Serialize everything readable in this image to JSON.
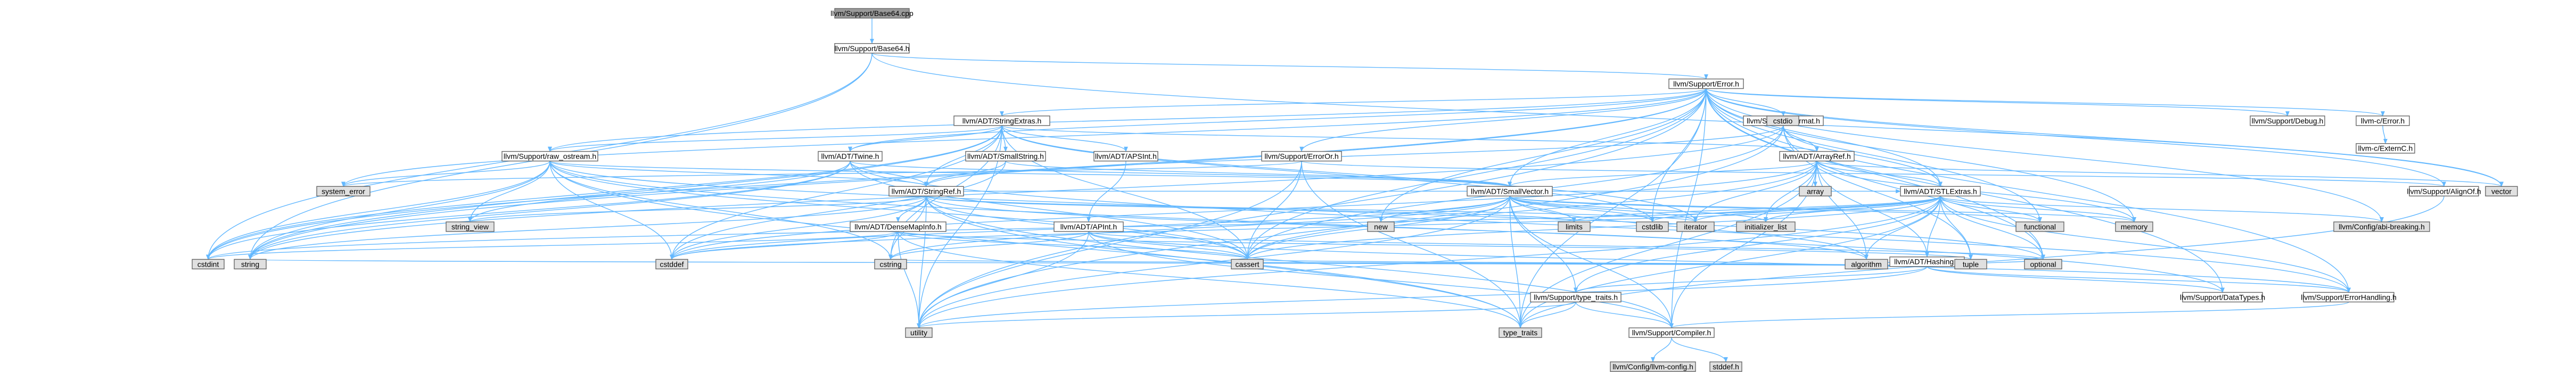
{
  "graph": {
    "root": "llvm/Support/Base64.cpp",
    "colors": {
      "root_fill": "#9a9a9a",
      "file_fill": "#ffffff",
      "system_fill": "#e0e0e0",
      "red_text": "#c00000",
      "edge": "#63b8ff",
      "edge_red": "#e04040"
    },
    "nodes": [
      {
        "id": "base64cpp",
        "label": "llvm/Support/Base64.cpp",
        "kind": "root"
      },
      {
        "id": "base64h",
        "label": "llvm/Support/Base64.h",
        "kind": "file"
      },
      {
        "id": "errorh",
        "label": "llvm/Support/Error.h",
        "kind": "file"
      },
      {
        "id": "stringextras",
        "label": "llvm/ADT/StringExtras.h",
        "kind": "file"
      },
      {
        "id": "formath",
        "label": "llvm/Support/Format.h",
        "kind": "file"
      },
      {
        "id": "debugh",
        "label": "llvm/Support/Debug.h",
        "kind": "file"
      },
      {
        "id": "llvmcerror",
        "label": "llvm-c/Error.h",
        "kind": "file"
      },
      {
        "id": "externc",
        "label": "llvm-c/ExternC.h",
        "kind": "file"
      },
      {
        "id": "rawostream",
        "label": "llvm/Support/raw_ostream.h",
        "kind": "file"
      },
      {
        "id": "twine",
        "label": "llvm/ADT/Twine.h",
        "kind": "file"
      },
      {
        "id": "smallstring",
        "label": "llvm/ADT/SmallString.h",
        "kind": "file"
      },
      {
        "id": "apsint",
        "label": "llvm/ADT/APSInt.h",
        "kind": "file"
      },
      {
        "id": "erroror",
        "label": "llvm/Support/ErrorOr.h",
        "kind": "file"
      },
      {
        "id": "arrayref",
        "label": "llvm/ADT/ArrayRef.h",
        "kind": "file"
      },
      {
        "id": "cstdio",
        "label": "cstdio",
        "kind": "system"
      },
      {
        "id": "stringref",
        "label": "llvm/ADT/StringRef.h",
        "kind": "red"
      },
      {
        "id": "smallvector",
        "label": "llvm/ADT/SmallVector.h",
        "kind": "file"
      },
      {
        "id": "stlextras",
        "label": "llvm/ADT/STLExtras.h",
        "kind": "red"
      },
      {
        "id": "aligno",
        "label": "llvm/Support/AlignOf.h",
        "kind": "file"
      },
      {
        "id": "vector",
        "label": "vector",
        "kind": "system"
      },
      {
        "id": "systemerror",
        "label": "system_error",
        "kind": "system"
      },
      {
        "id": "stringview",
        "label": "string_view",
        "kind": "system"
      },
      {
        "id": "densemapinfo",
        "label": "llvm/ADT/DenseMapInfo.h",
        "kind": "red"
      },
      {
        "id": "apint",
        "label": "llvm/ADT/APInt.h",
        "kind": "red"
      },
      {
        "id": "new",
        "label": "new",
        "kind": "system"
      },
      {
        "id": "limits",
        "label": "limits",
        "kind": "system"
      },
      {
        "id": "cstdlib",
        "label": "cstdlib",
        "kind": "system"
      },
      {
        "id": "iterator",
        "label": "iterator",
        "kind": "system"
      },
      {
        "id": "initlist",
        "label": "initializer_list",
        "kind": "system"
      },
      {
        "id": "array",
        "label": "array",
        "kind": "system"
      },
      {
        "id": "functional",
        "label": "functional",
        "kind": "system"
      },
      {
        "id": "memory",
        "label": "memory",
        "kind": "system"
      },
      {
        "id": "abibreaking",
        "label": "llvm/Config/abi-breaking.h",
        "kind": "system"
      },
      {
        "id": "hashing",
        "label": "llvm/ADT/Hashing.h",
        "kind": "red"
      },
      {
        "id": "cstdint",
        "label": "cstdint",
        "kind": "system"
      },
      {
        "id": "string",
        "label": "string",
        "kind": "system"
      },
      {
        "id": "cstddef",
        "label": "cstddef",
        "kind": "system"
      },
      {
        "id": "cstring",
        "label": "cstring",
        "kind": "system"
      },
      {
        "id": "cassert",
        "label": "cassert",
        "kind": "system"
      },
      {
        "id": "typetraits",
        "label": "llvm/Support/type_traits.h",
        "kind": "file"
      },
      {
        "id": "algorithm",
        "label": "algorithm",
        "kind": "system"
      },
      {
        "id": "tuple",
        "label": "tuple",
        "kind": "system"
      },
      {
        "id": "optional",
        "label": "optional",
        "kind": "system"
      },
      {
        "id": "datatypes",
        "label": "llvm/Support/DataTypes.h",
        "kind": "red"
      },
      {
        "id": "errorhandling",
        "label": "llvm/Support/ErrorHandling.h",
        "kind": "file"
      },
      {
        "id": "utility",
        "label": "utility",
        "kind": "system"
      },
      {
        "id": "typetraitsstd",
        "label": "type_traits",
        "kind": "system"
      },
      {
        "id": "compiler",
        "label": "llvm/Support/Compiler.h",
        "kind": "file"
      },
      {
        "id": "llvmconfig",
        "label": "llvm/Config/llvm-config.h",
        "kind": "system"
      },
      {
        "id": "stddef",
        "label": "stddef.h",
        "kind": "system"
      }
    ]
  }
}
